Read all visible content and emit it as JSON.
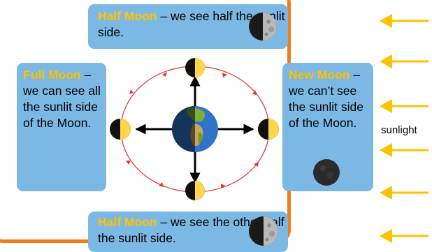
{
  "boxes": {
    "top": {
      "highlight": "Half Moon",
      "text": " – we see half the sunlit side."
    },
    "left": {
      "highlight": "Full Moon",
      "text": " – we can see all the sunlit side of the Moon."
    },
    "right": {
      "highlight": "New Moon",
      "text": " – we can’t see the sunlit side of the Moon."
    },
    "bottom": {
      "highlight": "Half Moon",
      "text": " – we see the other half the sunlit side."
    }
  },
  "sunlight_label": "sunlight",
  "colors": {
    "frame": "#f07d1c",
    "box_fill": "#7cb8e4",
    "highlight_text": "#ffc000",
    "sunlight_arrow": "#ffc000",
    "orbit": "#e8363b",
    "moon_lit": "#ffd54a",
    "moon_dark": "#111111"
  },
  "icons": {
    "earth": "earth-globe-icon",
    "moon_photo": "moon-photo-icon",
    "sun_arrow": "sunlight-arrow-icon"
  }
}
